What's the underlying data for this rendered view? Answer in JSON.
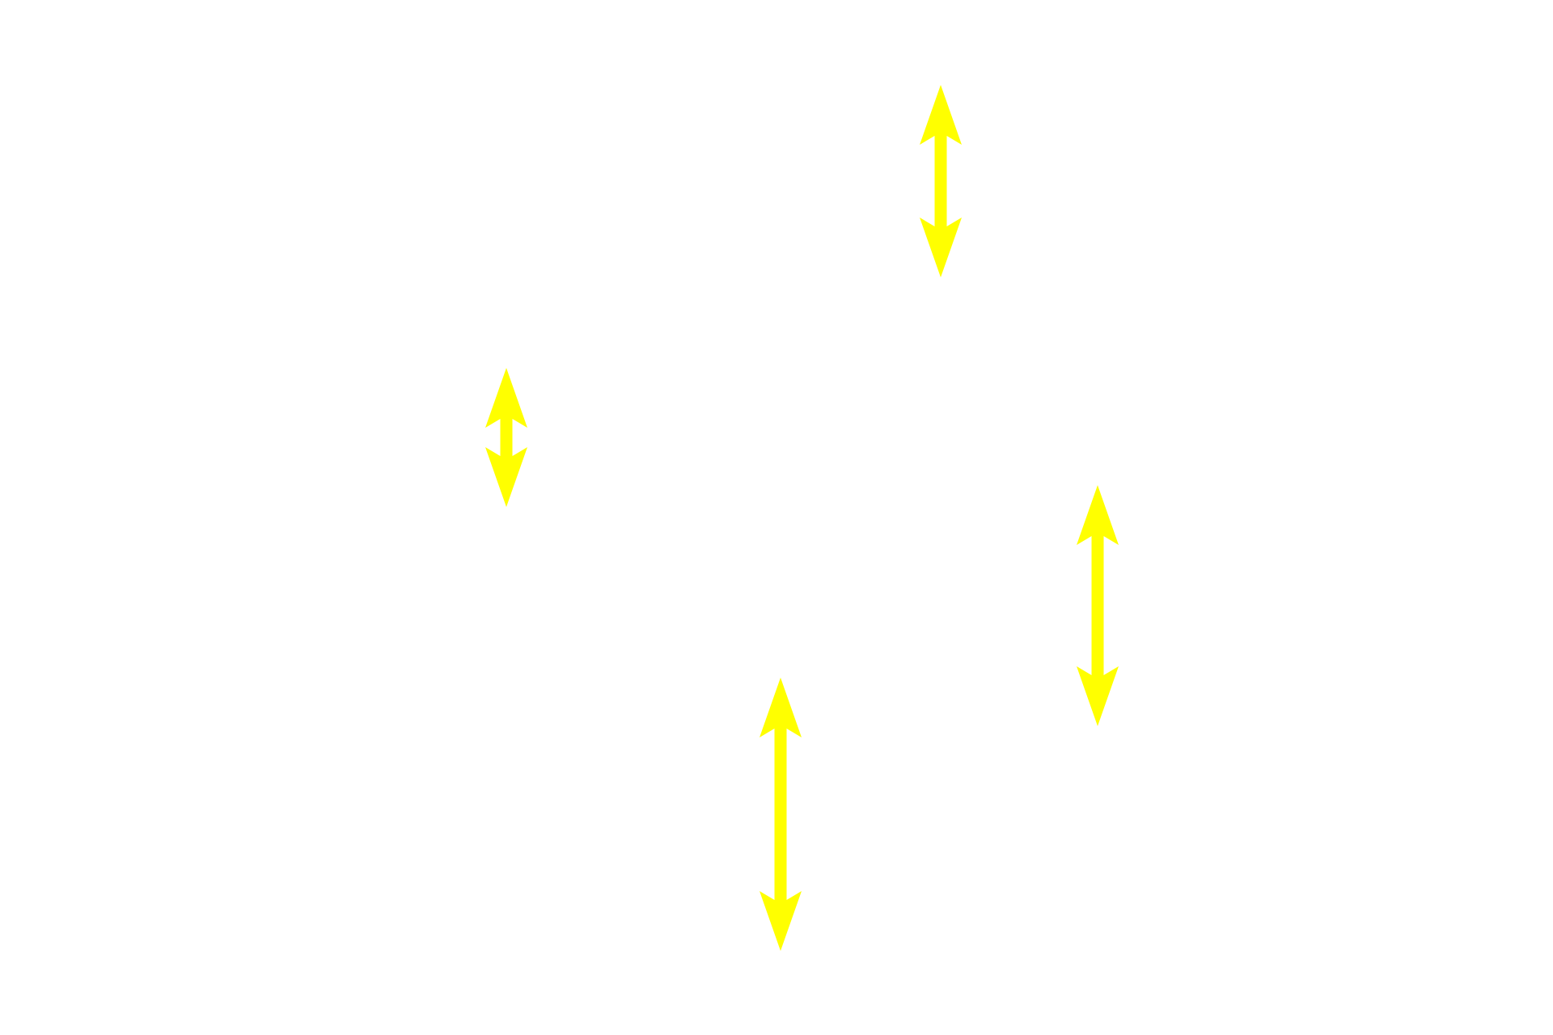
{
  "background_color": "#ffffff",
  "arrow_color": "#ffff00",
  "arrows": [
    {
      "name": "double-arrow-top",
      "direction": "vertical-bidirectional"
    },
    {
      "name": "double-arrow-left",
      "direction": "vertical-bidirectional"
    },
    {
      "name": "double-arrow-right",
      "direction": "vertical-bidirectional"
    },
    {
      "name": "double-arrow-bottom",
      "direction": "vertical-bidirectional"
    }
  ]
}
